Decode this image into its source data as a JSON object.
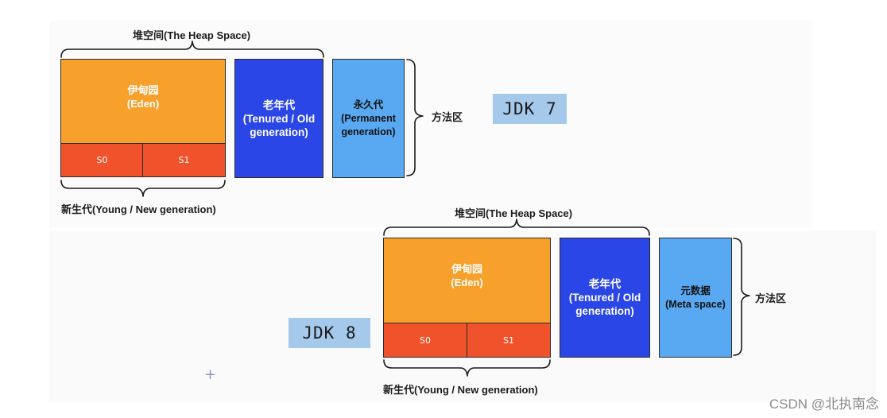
{
  "jdk7": {
    "heap_label": "堆空间(The Heap Space)",
    "eden": {
      "cn": "伊甸园",
      "en": "(Eden)"
    },
    "s0": "S0",
    "s1": "S1",
    "young_label": "新生代(Young / New generation)",
    "old": {
      "cn": "老年代",
      "en1": "(Tenured / Old",
      "en2": "generation)"
    },
    "perm": {
      "cn": "永久代",
      "en1": "(Permanent",
      "en2": "generation)"
    },
    "method_area_label": "方法区",
    "version_badge": "JDK 7"
  },
  "jdk8": {
    "heap_label": "堆空间(The Heap Space)",
    "eden": {
      "cn": "伊甸园",
      "en": "(Eden)"
    },
    "s0": "S0",
    "s1": "S1",
    "young_label": "新生代(Young / New generation)",
    "old": {
      "cn": "老年代",
      "en1": "(Tenured / Old",
      "en2": "generation)"
    },
    "meta": {
      "cn": "元数据",
      "en": "(Meta space)"
    },
    "method_area_label": "方法区",
    "version_badge": "JDK 8"
  },
  "cursor_glyph": "+",
  "watermark": "CSDN @北执南念",
  "colors": {
    "eden": "#f7a02b",
    "survivor": "#f0522b",
    "old_gen": "#2a46e6",
    "method_area": "#59a9f2",
    "badge": "#a5c9eb"
  }
}
